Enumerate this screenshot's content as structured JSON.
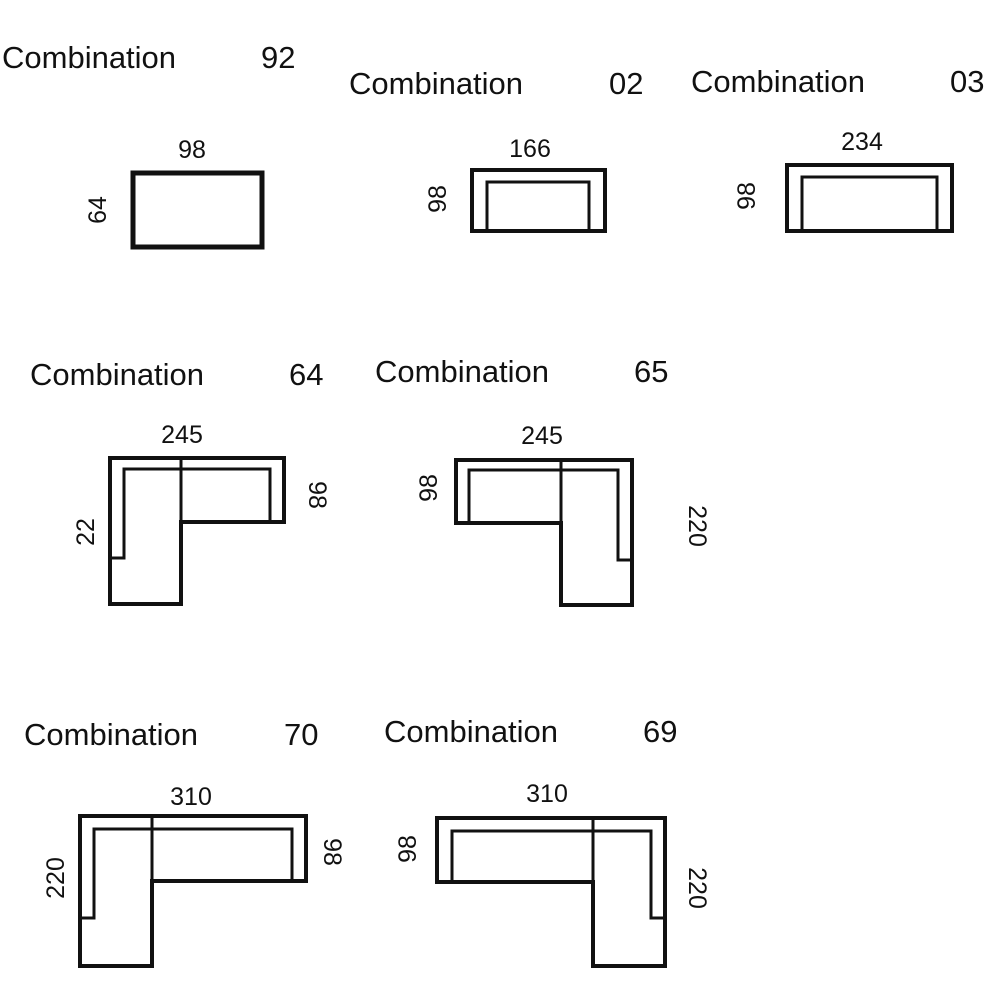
{
  "combinations": [
    {
      "label": "Combination",
      "number": "92",
      "width": "98",
      "depth": "64"
    },
    {
      "label": "Combination",
      "number": "02",
      "width": "166",
      "depth": "98"
    },
    {
      "label": "Combination",
      "number": "03",
      "width": "234",
      "depth": "98"
    },
    {
      "label": "Combination",
      "number": "64",
      "width": "245",
      "depth": "98",
      "length": "22"
    },
    {
      "label": "Combination",
      "number": "65",
      "width": "245",
      "depth": "98",
      "length": "220"
    },
    {
      "label": "Combination",
      "number": "70",
      "width": "310",
      "depth": "98",
      "length": "220"
    },
    {
      "label": "Combination",
      "number": "69",
      "width": "310",
      "depth": "98",
      "length": "220"
    }
  ]
}
